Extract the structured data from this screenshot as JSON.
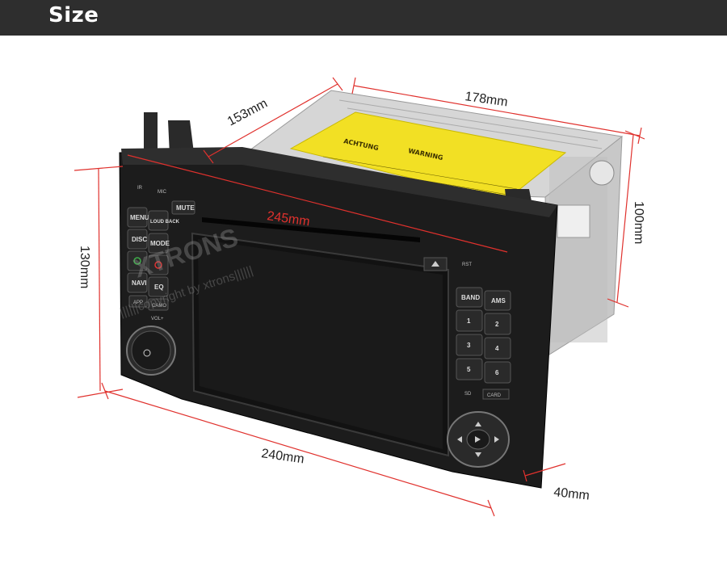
{
  "header": {
    "title": "Size"
  },
  "dimensions": {
    "depth_top": "178mm",
    "depth_left": "153mm",
    "width_screen": "245mm",
    "height_front": "130mm",
    "height_back": "100mm",
    "width_bottom": "240mm",
    "depth_bottom": "40mm"
  },
  "unit_labels": {
    "menu": "MENU",
    "loud_back": "LOUD BACK",
    "disc": "DISC",
    "mode": "MODE",
    "navi": "NAVI",
    "eq": "EQ",
    "app": "APP",
    "camo": "CAMO",
    "vol": "VOL+",
    "mute": "MUTE",
    "rst": "RST",
    "band": "BAND",
    "ams": "AMS",
    "keys": [
      "1",
      "2",
      "3",
      "4",
      "5",
      "6"
    ],
    "sd": "SD",
    "card": "CARD",
    "ir": "IR",
    "mic": "MIC"
  },
  "watermark": {
    "brand": "XTRONS",
    "copyright": "||||||copyright by xtrons||||||"
  },
  "sticker": {
    "left": "ACHTUNG",
    "right": "WARNING"
  },
  "colors": {
    "header_bg": "#2e2e2e",
    "dimension_line": "#e0312d",
    "unit_body": "#1c1c1c",
    "sticker": "#f2e024"
  }
}
